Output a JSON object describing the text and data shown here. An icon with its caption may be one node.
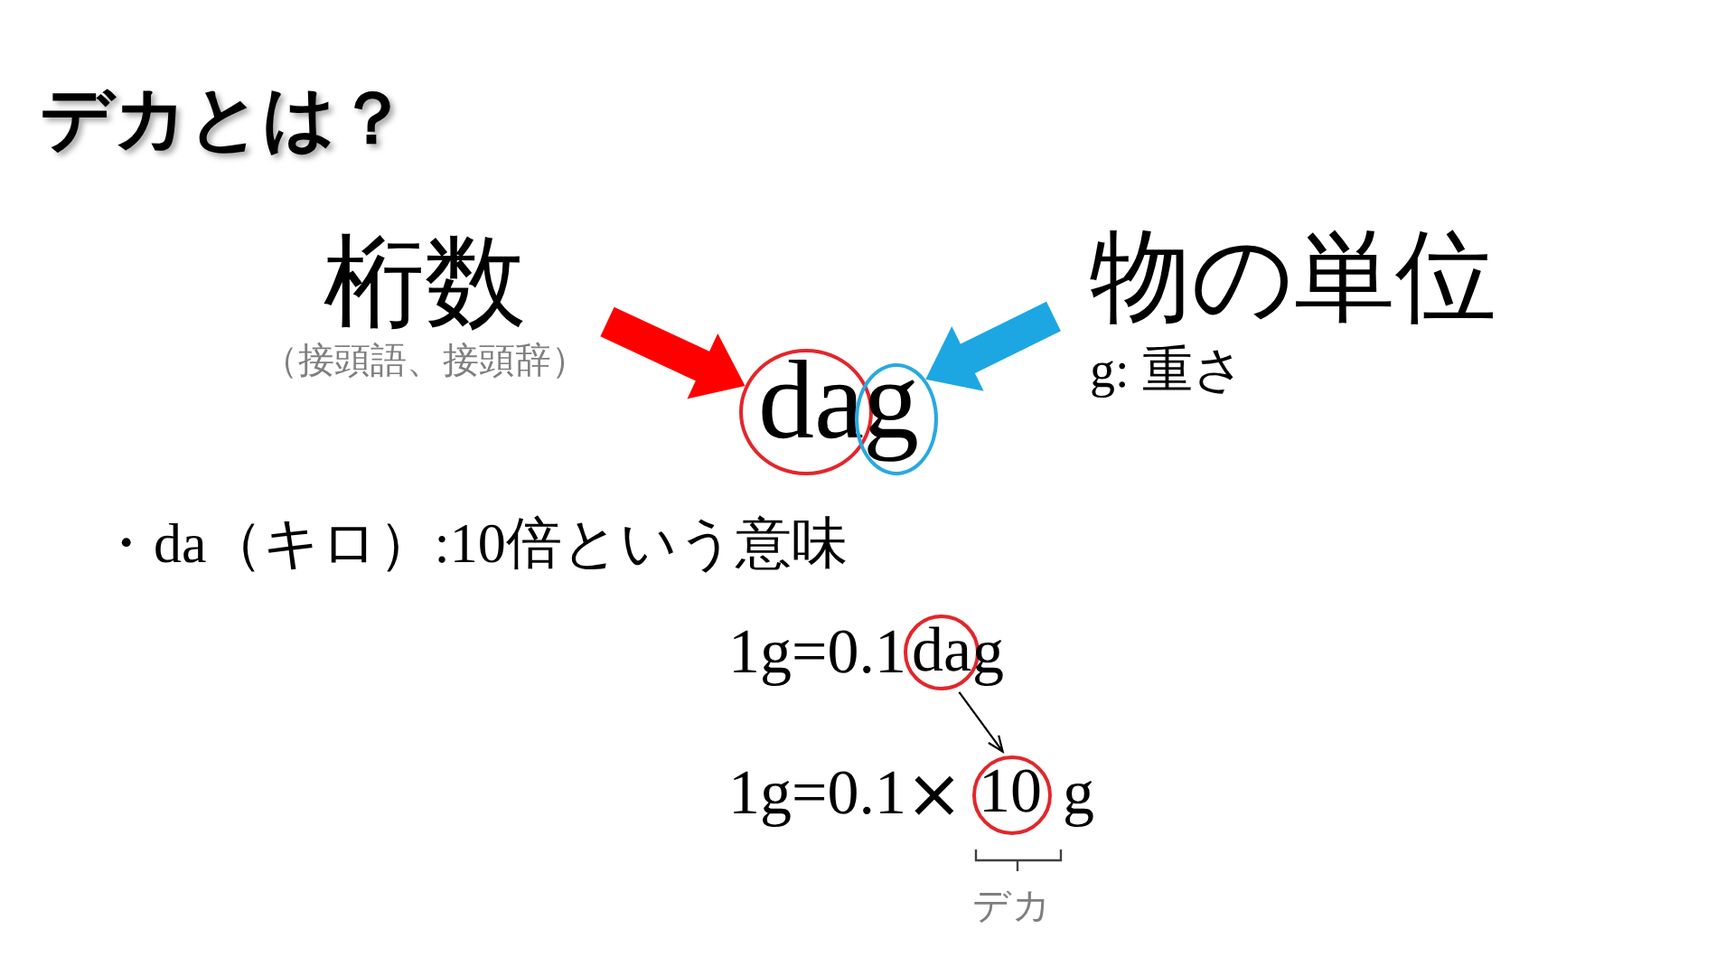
{
  "diagram": {
    "title": "デカとは？",
    "nodes": [
      {
        "text": [
          "桁数"
        ],
        "beside": [
          "（接頭語、接頭辞）"
        ]
      },
      {
        "text": [
          "物の単位"
        ],
        "beside": [
          "g: 重さ"
        ]
      },
      {
        "text": [
          "da"
        ]
      },
      {
        "text": [
          "g"
        ]
      },
      {
        "text": [
          "da"
        ]
      },
      {
        "text": [
          "10"
        ]
      }
    ],
    "edges": [
      {
        "from": 0,
        "to": 2,
        "arrow": "to",
        "color": "#ff0000"
      },
      {
        "from": 1,
        "to": 3,
        "arrow": "to",
        "color": "#1ca7e2"
      },
      {
        "from": 4,
        "to": 5,
        "arrow": "to",
        "color": "#000000"
      }
    ],
    "labels": [
      "・da（キロ）:10倍という意味",
      "1g=0.1",
      "g",
      "1g=0.1",
      "×",
      "g",
      "デカ"
    ]
  }
}
